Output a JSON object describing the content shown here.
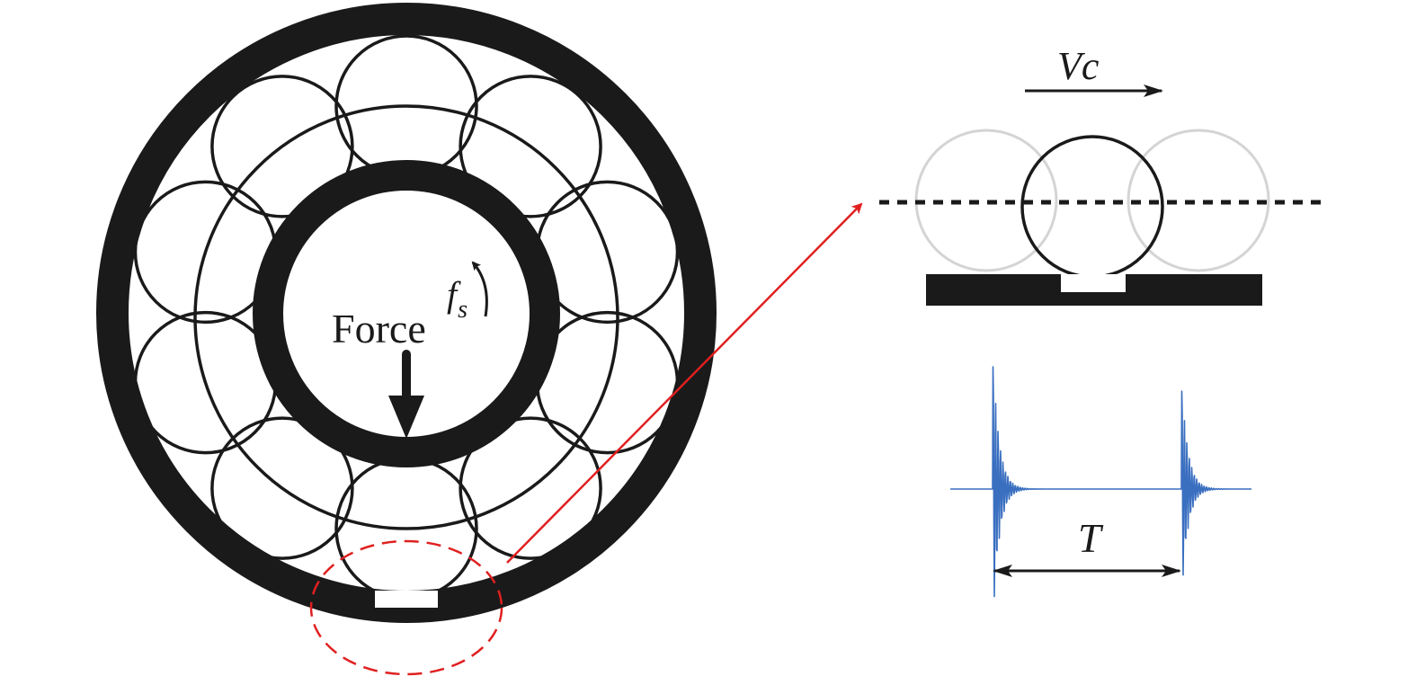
{
  "labels": {
    "force": "Force",
    "fs_main": "f",
    "fs_sub": "s",
    "velocity": "Vc",
    "period": "T"
  },
  "colors": {
    "ink": "#1a1a1a",
    "highlight": "#e02020",
    "signal": "#3a6fc0",
    "ghost": "#d4d4d4",
    "background": "#ffffff"
  }
}
